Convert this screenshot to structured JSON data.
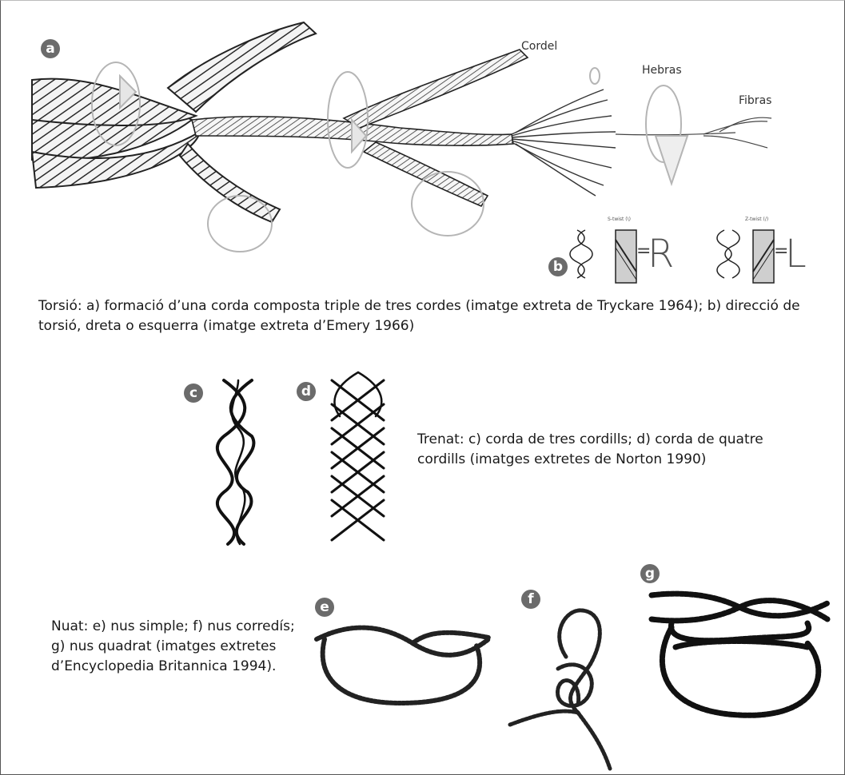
{
  "figure_a": {
    "badge": "a",
    "labels": {
      "cordel": "Cordel",
      "hebras": "Hebras",
      "fibras": "Fibras"
    }
  },
  "figure_b": {
    "badge": "b",
    "s_twist_label": "S-twist (\\)",
    "z_twist_label": "Z-twist (/)",
    "right_letter": "R",
    "left_letter": "L",
    "equals": "="
  },
  "caption_torsio": "Torsió: a) formació d’una corda composta triple de tres cordes (imatge extreta de Tryckare 1964); b) direcció de torsió, dreta o esquerra (imatge extreta d’Emery 1966)",
  "figure_c": {
    "badge": "c"
  },
  "figure_d": {
    "badge": "d"
  },
  "caption_trenat": "Trenat: c) corda de tres cordills; d) corda de quatre cordills (imatges extretes de Norton 1990)",
  "figure_e": {
    "badge": "e"
  },
  "figure_f": {
    "badge": "f"
  },
  "figure_g": {
    "badge": "g"
  },
  "caption_nuat": "Nuat: e) nus simple; f) nus corredís; g) nus quadrat (imatges extretes d’Encyclopedia Britannica 1994)."
}
